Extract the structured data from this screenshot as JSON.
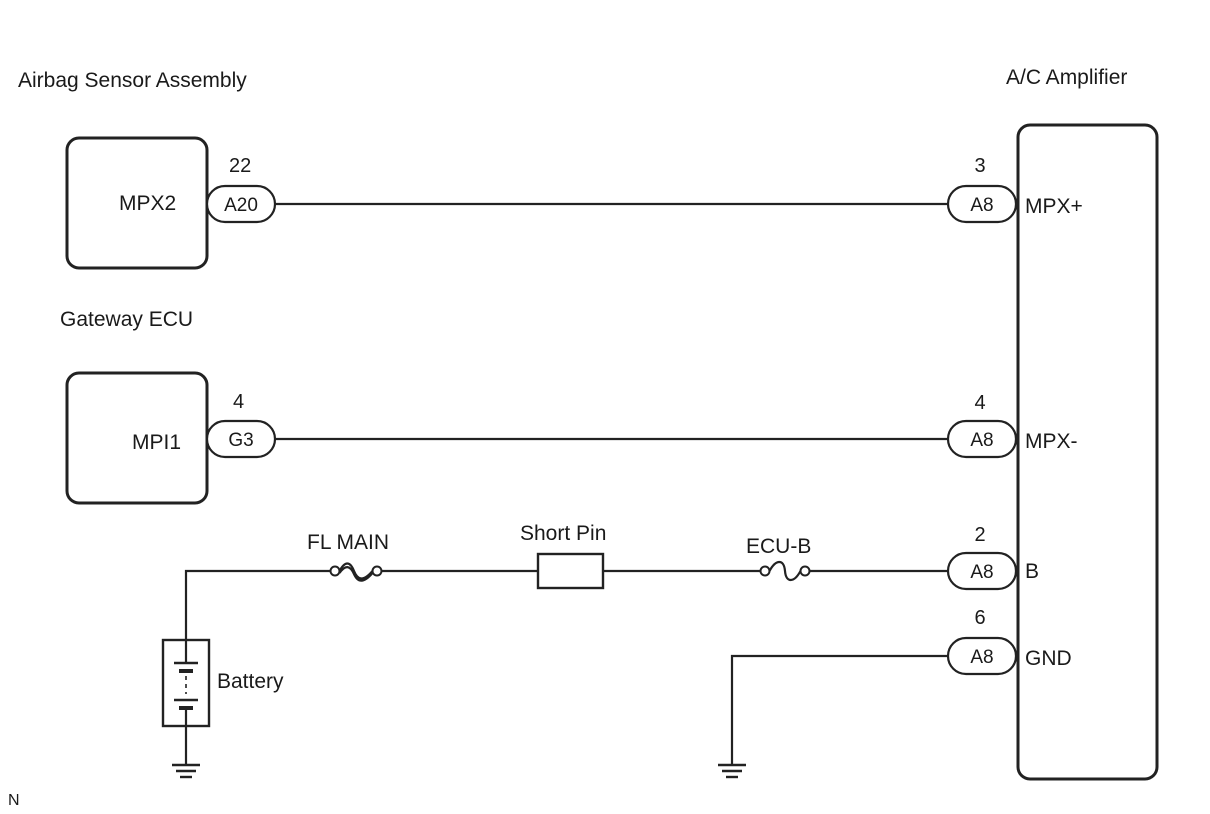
{
  "components": {
    "airbag_sensor": {
      "title": "Airbag Sensor Assembly",
      "terminal": "MPX2",
      "pin": "22",
      "connector": "A20"
    },
    "gateway_ecu": {
      "title": "Gateway ECU",
      "terminal": "MPI1",
      "pin": "4",
      "connector": "G3"
    },
    "ac_amplifier": {
      "title": "A/C Amplifier",
      "terminals": [
        {
          "pin": "3",
          "connector": "A8",
          "label": "MPX+"
        },
        {
          "pin": "4",
          "connector": "A8",
          "label": "MPX-"
        },
        {
          "pin": "2",
          "connector": "A8",
          "label": "B"
        },
        {
          "pin": "6",
          "connector": "A8",
          "label": "GND"
        }
      ]
    }
  },
  "power": {
    "fuse_main": "FL MAIN",
    "short_pin": "Short Pin",
    "fuse_ecu": "ECU-B",
    "battery": "Battery"
  },
  "corner_mark": "N"
}
